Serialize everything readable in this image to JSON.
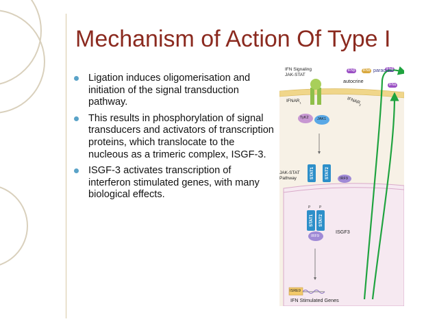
{
  "slide": {
    "title": "Mechanism of Action Of Type I",
    "bullets": [
      "Ligation induces oligomerisation and initiation of the signal transduction pathway.",
      "This results in phosphorylation of signal transducers and activators of transcription proteins, which translocate to the nucleous as a trimeric complex, ISGF-3.",
      "ISGF-3 activates transcription of interferon stimulated genes, with many biological effects."
    ]
  },
  "figure": {
    "header_line1": "IFN Signaling",
    "header_line2": "JAK-STAT",
    "paracrine": "paracrine",
    "autocrine": "autocrine",
    "ifnar1": "IFNAR",
    "ifnar1_sub": "1",
    "ifnar2": "IFNAR",
    "ifnar2_sub": "2",
    "tyk2": "TyK2",
    "jak1": "JAK1",
    "stat1": "STAT1",
    "stat2": "STAT2",
    "irf9": "IRF9",
    "isgf3": "ISGF3",
    "p": "P",
    "pathway_line1": "JAK-STAT",
    "pathway_line2": "Pathway",
    "isre": "ISRE9",
    "genes": "IFN Stimulated Genes",
    "ligand_labels": [
      "IFNβ",
      "IFNα",
      "IFNβ",
      "IFNα"
    ],
    "colors": {
      "green_arrow": "#1fa33f",
      "membrane": "#f0d68a",
      "stat": "#2d8fc9",
      "irf9": "#a08ad6",
      "jak": "#59a8e6",
      "tyk": "#c797d2",
      "nucleus_fill": "#d9c5f2",
      "ligand": "#9a4fc4"
    }
  }
}
